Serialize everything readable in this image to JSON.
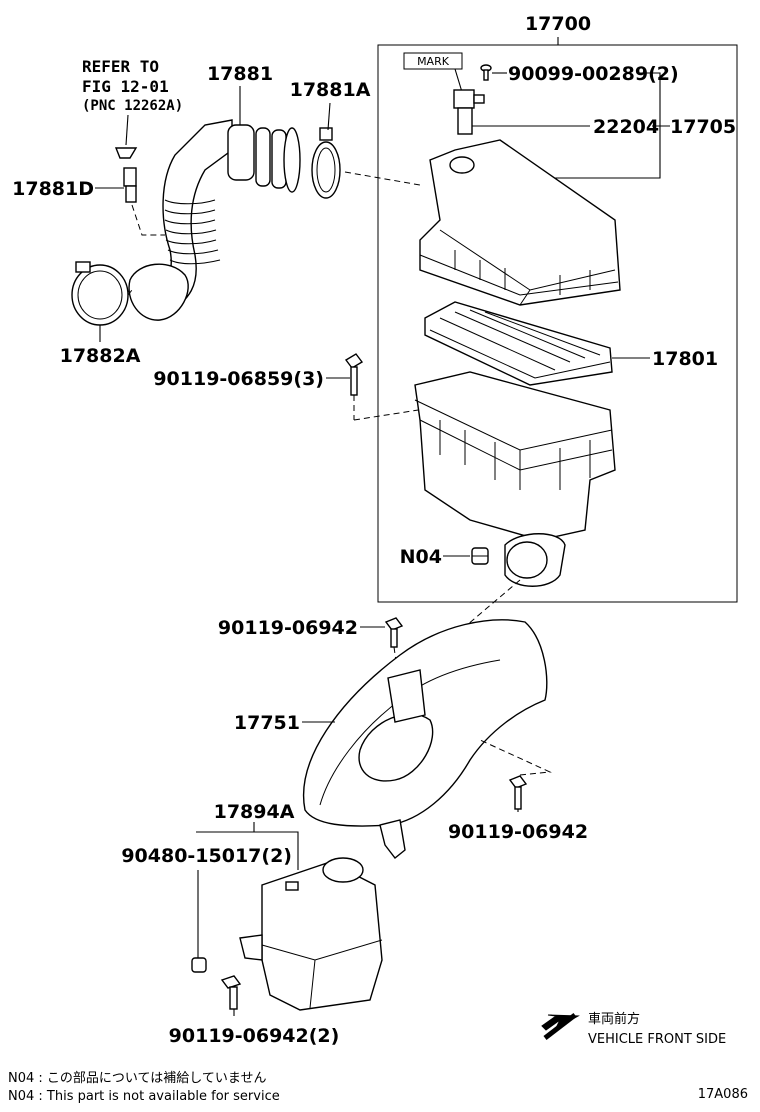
{
  "labels": {
    "assembly": "17700",
    "hose": "17881",
    "clamp_a": "17881A",
    "ref_line1": "REFER TO",
    "ref_line2": "FIG 12-01",
    "ref_line3": "(PNC 12262A)",
    "vacuum_fitting": "17881D",
    "clamp_large": "17882A",
    "screw_2": "90099-00289(2)",
    "sensor": "22204",
    "sensor_assy": "17705",
    "mark_box": "MARK",
    "element": "17801",
    "bolt_3": "90119-06859(3)",
    "grommet": "N04",
    "inlet_bolt_top": "90119-06942",
    "inlet_duct": "17751",
    "inlet_bolt_right": "90119-06942",
    "resonator": "17894A",
    "nut_2": "90480-15017(2)",
    "bolt_bottom": "90119-06942(2)",
    "vehicle_front_jp": "車両前方",
    "vehicle_front_en": "VEHICLE FRONT SIDE",
    "note_jp": "N04 : この部品については補給していません",
    "note_en": "N04 : This part is not available for service",
    "figure_code": "17A086"
  }
}
